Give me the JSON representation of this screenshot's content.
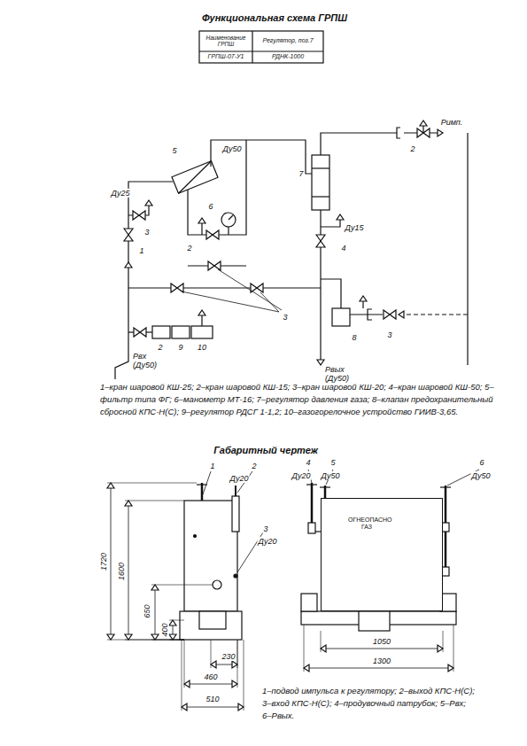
{
  "diagram": {
    "title": "Функциональная схема ГРПШ",
    "nodes": [
      {
        "text": [
          "ОГНЕОПАСНО ГАЗ"
        ]
      }
    ],
    "labels": [
      "Наименование ГРПШ",
      "Регулятор, поз.7",
      "ГРПШ-07-У1",
      "РДНК-1000",
      "Ду50",
      "5",
      "Ду25",
      "3",
      "1",
      "6",
      "2",
      "7",
      "2",
      "Римп.",
      "Ду15",
      "4",
      "3",
      "3",
      "8",
      "2",
      "9",
      "10",
      "Рвх (Ду50)",
      "Рвых (Ду50)",
      "1–кран шаровой КШ-25; 2–кран шаровой КШ-15; 3–кран шаровой КШ-20; 4–кран шаровой КШ-50; 5–фильтр типа ФГ; 6–манометр МТ-16; 7–регулятор давления газа; 8–клапан предохранительный сбросной КПС-Н(С); 9–регулятор РДСГ 1-1,2; 10–газогорелочное устройство ГИИВ-3,65.",
      "Габаритный чертеж",
      "1",
      "2",
      "Ду20",
      "3",
      "Ду20",
      "1720",
      "1600",
      "650",
      "400",
      "230",
      "460",
      "510",
      "4",
      "Ду20",
      "5",
      "Ду50",
      "6",
      "Ду50",
      "1050",
      "1300",
      "1–подвод импульса к регулятору; 2–выход КПС-Н(С); 3–вход КПС-Н(С); 4–продувочный патрубок; 5–Рвх; 6–Рвых."
    ]
  }
}
